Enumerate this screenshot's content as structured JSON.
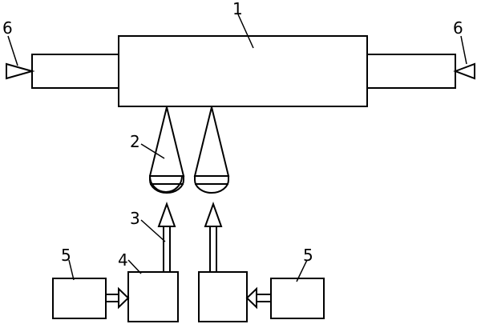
{
  "labels": {
    "main_body": "1",
    "nozzle": "2",
    "pipe": "3",
    "control_unit": "4",
    "source_left": "5",
    "source_right": "5",
    "end_left": "6",
    "end_right": "6"
  },
  "colors": {
    "line": "#000000",
    "background": "#ffffff"
  }
}
